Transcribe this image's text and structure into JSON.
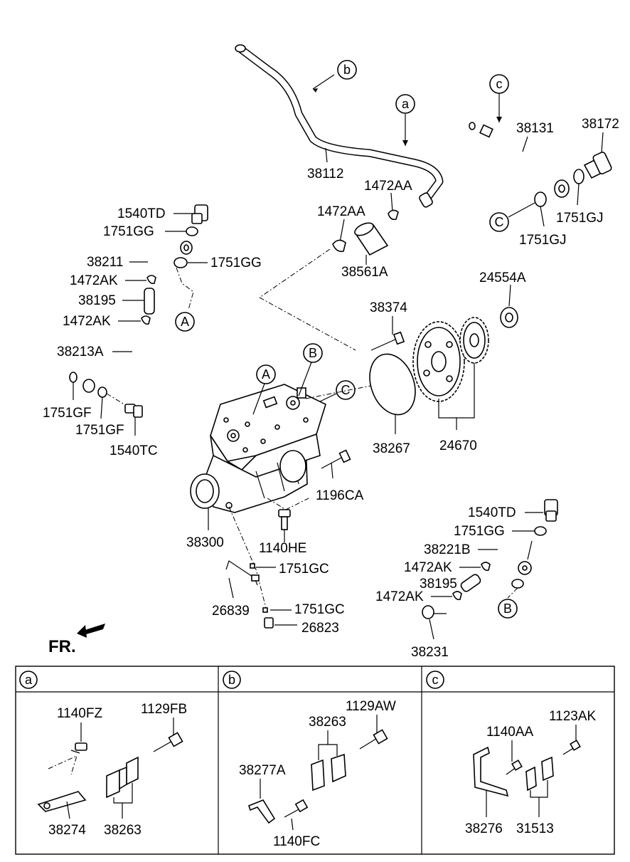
{
  "front_label": "FR.",
  "callouts": {
    "a": "a",
    "b": "b",
    "c": "c",
    "A": "A",
    "B": "B",
    "C": "C"
  },
  "labels": {
    "p38112": "38112",
    "p1472AA_1": "1472AA",
    "p1472AA_2": "1472AA",
    "p38561A": "38561A",
    "p38131": "38131",
    "p38172": "38172",
    "p1751GJ_1": "1751GJ",
    "p1751GJ_2": "1751GJ",
    "p1540TD_1": "1540TD",
    "p1751GG_1": "1751GG",
    "p38211": "38211",
    "p1751GG_2": "1751GG",
    "p1472AK_1": "1472AK",
    "p38195_1": "38195",
    "p1472AK_2": "1472AK",
    "p38213A": "38213A",
    "p1751GF_1": "1751GF",
    "p1751GF_2": "1751GF",
    "p1540TC": "1540TC",
    "p38374": "38374",
    "p24554A": "24554A",
    "p38267": "38267",
    "p24670": "24670",
    "p1196CA": "1196CA",
    "p38300": "38300",
    "p1140HE": "1140HE",
    "p1751GC_1": "1751GC",
    "p26839": "26839",
    "p1751GC_2": "1751GC",
    "p26823": "26823",
    "p1540TD_2": "1540TD",
    "p1751GG_3": "1751GG",
    "p38221B": "38221B",
    "p1472AK_3": "1472AK",
    "p38195_2": "38195",
    "p1472AK_4": "1472AK",
    "p38231": "38231"
  },
  "detail_panels": [
    {
      "key": "a",
      "labels": [
        "1140FZ",
        "1129FB",
        "38274",
        "38263"
      ]
    },
    {
      "key": "b",
      "labels": [
        "1129AW",
        "38263",
        "38277A",
        "1140FC"
      ]
    },
    {
      "key": "c",
      "labels": [
        "1123AK",
        "1140AA",
        "38276",
        "31513"
      ]
    }
  ]
}
